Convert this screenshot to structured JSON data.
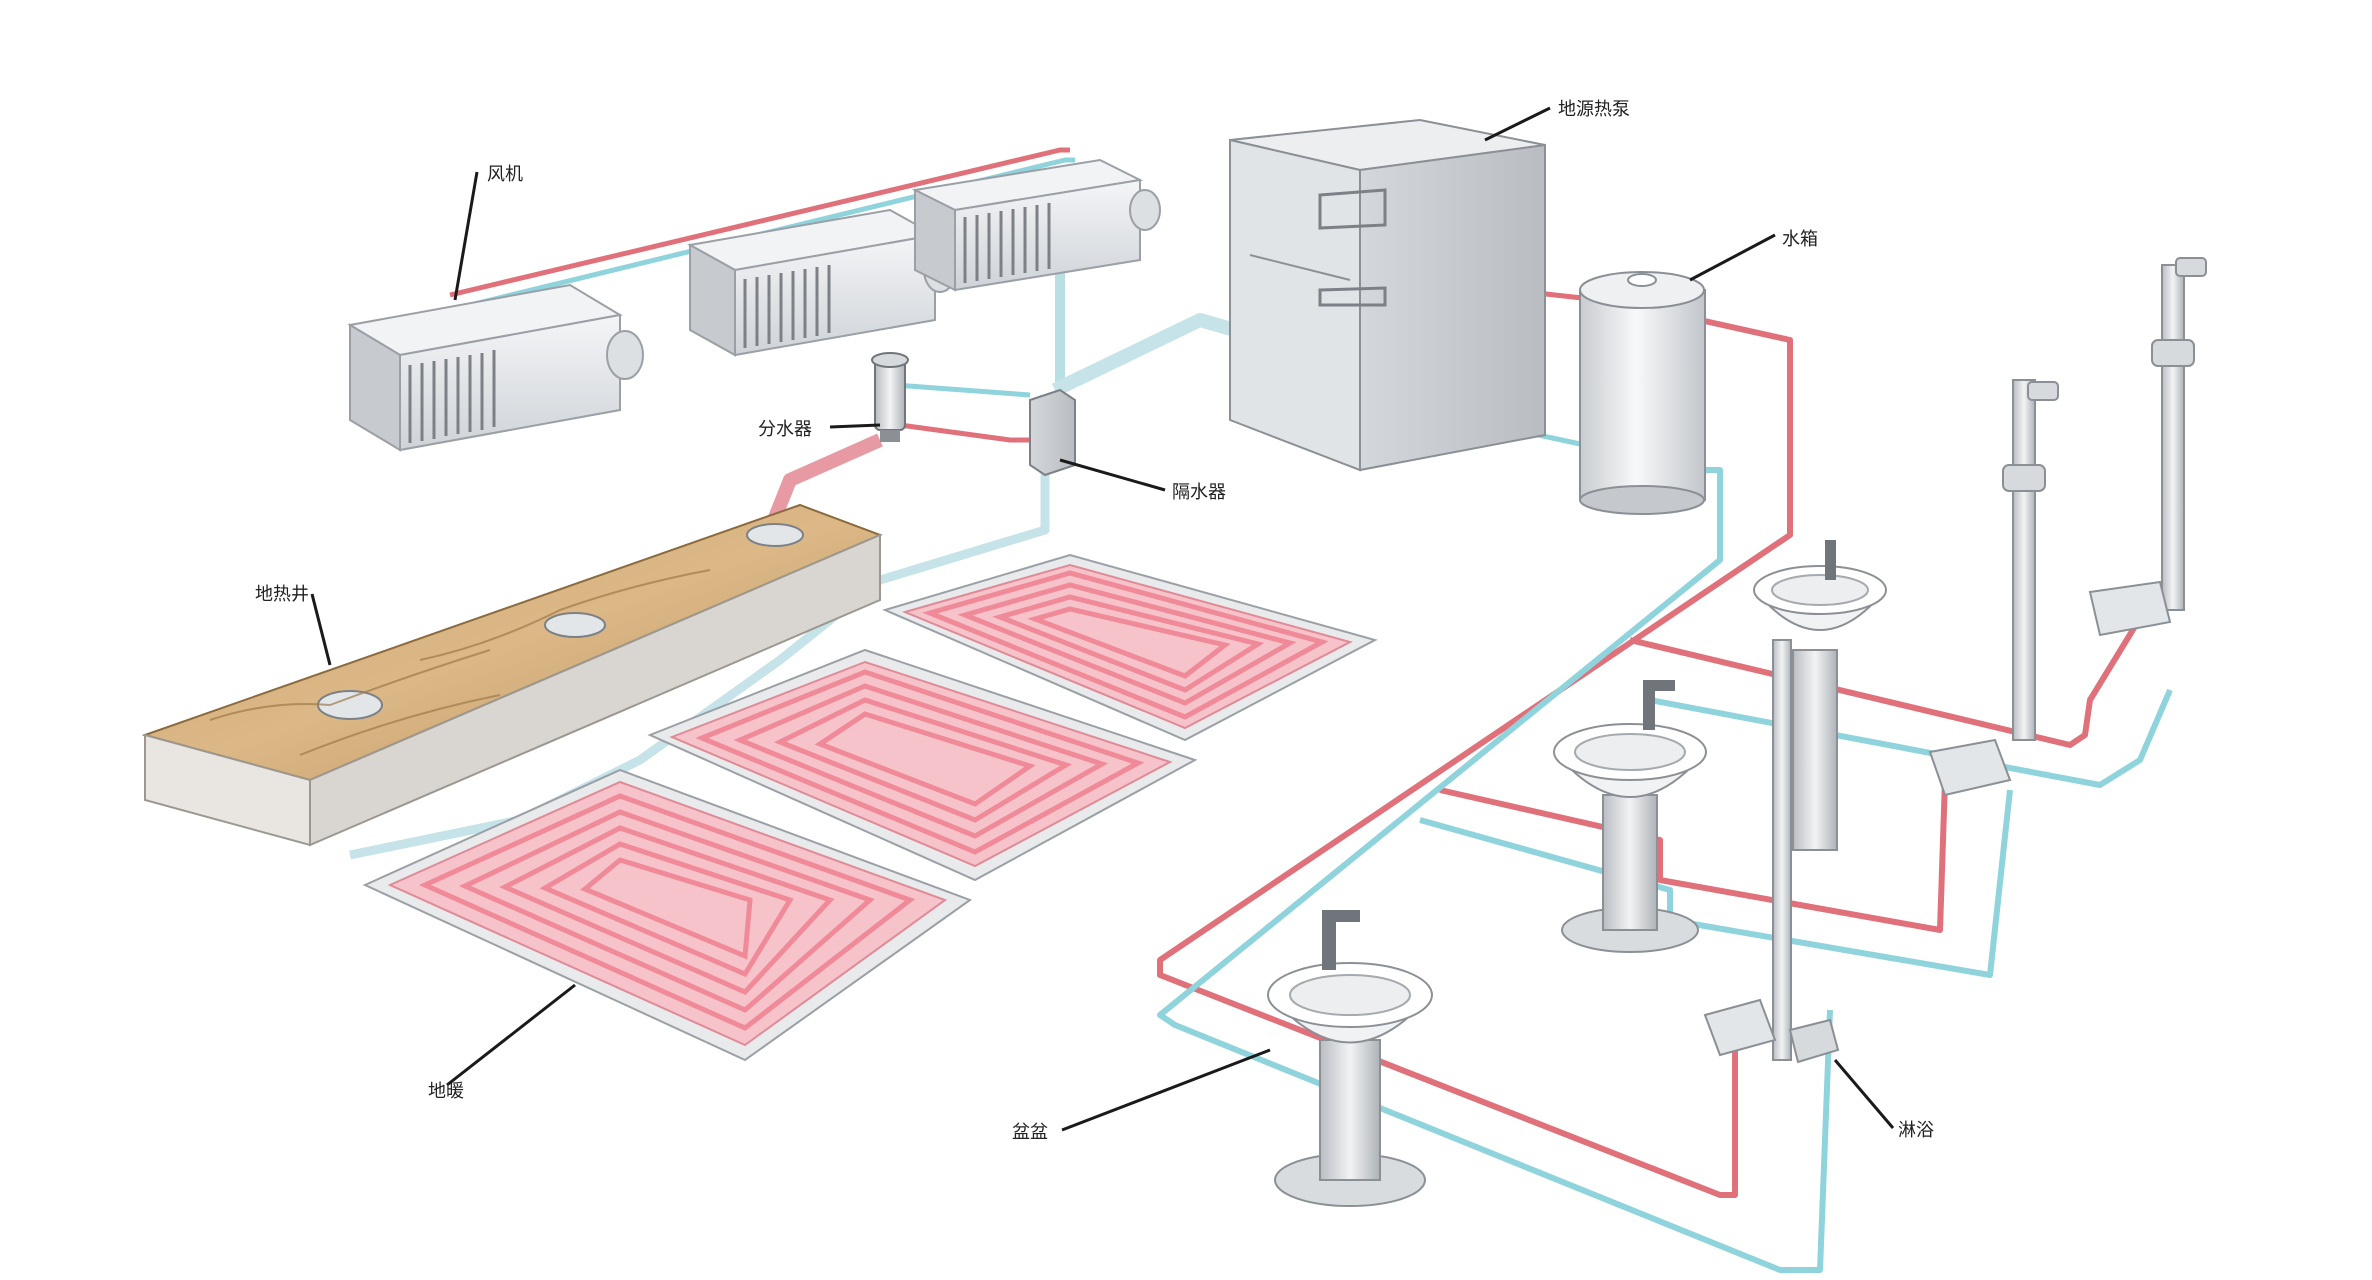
{
  "labels": {
    "fan_coil": "风机",
    "heat_pump": "地源热泵",
    "water_tank": "水箱",
    "manifold": "分水器",
    "water_separator": "隔水器",
    "ground_probe": "地热井",
    "floor_heating": "地暖",
    "basin": "盆盆",
    "shower": "淋浴"
  },
  "colors": {
    "hot_pipe": "#e0707a",
    "cold_pipe": "#8fd3dc",
    "heating_coil": "#f08a98",
    "panel_fill": "#f7c3cb"
  }
}
